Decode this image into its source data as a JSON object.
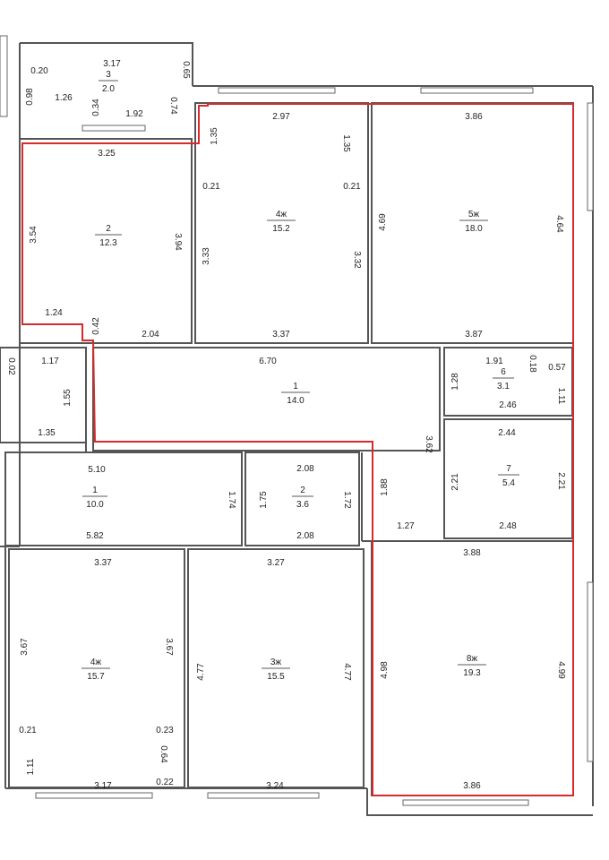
{
  "colors": {
    "wall": "#555555",
    "highlight": "#d62b2b",
    "background": "#ffffff"
  },
  "rooms": [
    {
      "id": "balcony-top",
      "number": "3",
      "area": "2.0"
    },
    {
      "id": "room-2-top",
      "number": "2",
      "area": "12.3"
    },
    {
      "id": "room-4zh-top",
      "number": "4ж",
      "area": "15.2"
    },
    {
      "id": "room-5zh",
      "number": "5ж",
      "area": "18.0"
    },
    {
      "id": "hall-1-center",
      "number": "1",
      "area": "14.0"
    },
    {
      "id": "room-6",
      "number": "6",
      "area": "3.1"
    },
    {
      "id": "room-7",
      "number": "7",
      "area": "5.4"
    },
    {
      "id": "hall-1-left",
      "number": "1",
      "area": "10.0"
    },
    {
      "id": "room-2-small",
      "number": "2",
      "area": "3.6"
    },
    {
      "id": "room-4zh-bottom",
      "number": "4ж",
      "area": "15.7"
    },
    {
      "id": "room-3zh",
      "number": "3ж",
      "area": "15.5"
    },
    {
      "id": "room-8zh",
      "number": "8ж",
      "area": "19.3"
    }
  ],
  "dimensions": [
    "0.20",
    "3.17",
    "0.65",
    "0.98",
    "1.26",
    "0.34",
    "1.92",
    "0.74",
    "2.97",
    "3.86",
    "1.35",
    "1.35",
    "3.25",
    "0.21",
    "0.21",
    "3.54",
    "3.94",
    "4.69",
    "4.64",
    "3.33",
    "3.32",
    "1.24",
    "0.42",
    "2.04",
    "3.37",
    "3.87",
    "0.02",
    "1.17",
    "6.70",
    "1.91",
    "0.18",
    "0.57",
    "1.28",
    "1.11",
    "2.46",
    "1.55",
    "1.35",
    "2.44",
    "3.62",
    "5.10",
    "2.08",
    "2.21",
    "2.21",
    "1.74",
    "1.75",
    "1.72",
    "1.88",
    "5.82",
    "2.08",
    "1.27",
    "2.48",
    "3.37",
    "3.27",
    "3.88",
    "3.67",
    "3.67",
    "4.77",
    "4.77",
    "4.98",
    "4.99",
    "0.21",
    "0.23",
    "0.64",
    "1.11",
    "3.17",
    "0.22",
    "3.24",
    "3.86"
  ]
}
